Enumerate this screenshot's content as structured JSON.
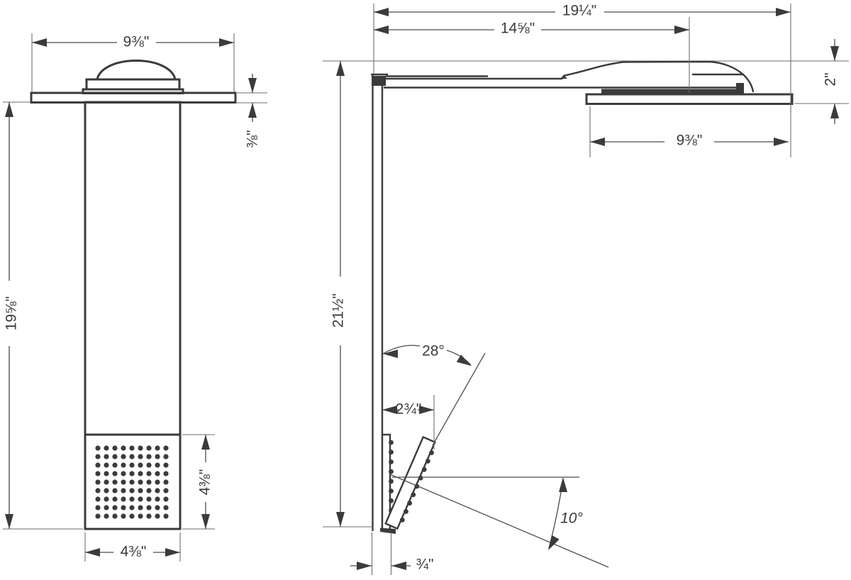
{
  "drawing": {
    "colors": {
      "background": "#ffffff",
      "object_line": "#3b3b3b",
      "dimension_line": "#4c4c4c",
      "extension_line": "#6e6e6e",
      "text": "#3b3b3b"
    },
    "front_view": {
      "dims": {
        "top_width": "9⅜\"",
        "plate_thickness": "⅜\"",
        "body_height": "19⅝\"",
        "spray_face_height": "4⅜\"",
        "spray_face_width": "4⅜\""
      },
      "spray_grid": {
        "rows": 9,
        "cols": 9
      }
    },
    "side_view": {
      "dims": {
        "total_depth": "19¼\"",
        "head_center_depth": "14⅝\"",
        "head_height": "2\"",
        "head_plate_depth": "9⅜\"",
        "panel_height": "21½\"",
        "hand_shower_angle": "28°",
        "hand_shower_offset": "2¾\"",
        "spray_down_angle": "10°",
        "panel_depth": "¾\""
      },
      "body_nozzle_count": 9,
      "hand_shower_nozzle_count": 9
    }
  }
}
